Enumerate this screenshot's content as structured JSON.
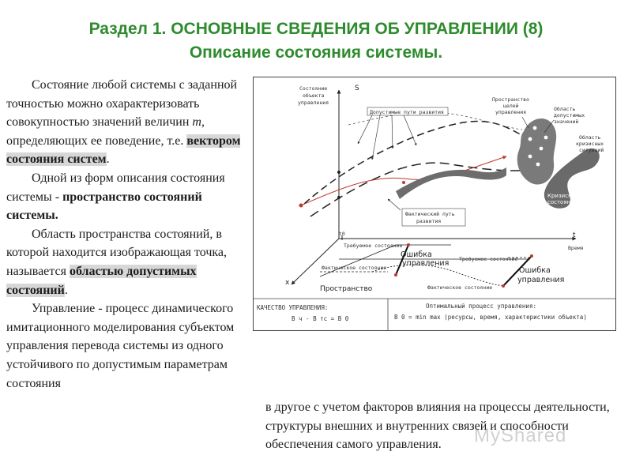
{
  "title": {
    "line1": "Раздел 1. ОСНОВНЫЕ СВЕДЕНИЯ ОБ УПРАВЛЕНИИ (8)",
    "line2": "Описание состояния системы."
  },
  "left_text": {
    "p1_a": "Состояние любой системы с заданной точностью можно охарактеризовать совокупностью значений величин ",
    "p1_m": "m",
    "p1_b": ", определяющих ее поведение, т.е. ",
    "p1_bold": "вектором состояния систем",
    "p1_end": ".",
    "p2_a": "Одной из форм описания состояния системы - ",
    "p2_bold": "пространство состояний системы.",
    "p3_a": "Область пространства состояний, в которой находится изображающая точка, называется ",
    "p3_bold": "областью допустимых состояний",
    "p3_end": ".",
    "p4": "Управление - процесс динамического имитационного моделирования субъектом управления перевода системы из одного устойчивого по допустимым параметрам состояния"
  },
  "bottom_text": "в другое с учетом факторов влияния на процессы деятельности, структуры внешних и внутренних связей и способности обеспечения самого управления.",
  "diagram": {
    "axis_s_label": "S",
    "state_label": [
      "Состояние",
      "объекта",
      "управления"
    ],
    "permissible_paths": "Допустимые пути развития",
    "goal_space": [
      "Пространство",
      "целей",
      "управления"
    ],
    "permissible_area": [
      "Область",
      "допустимых",
      "значений"
    ],
    "crisis_area": [
      "Область",
      "кризисных",
      "ситуаций"
    ],
    "crisis_states": [
      "Кризисные",
      "состояния"
    ],
    "actual_path": [
      "Фактический путь",
      "развития"
    ],
    "t0": "t0",
    "t_label": "t",
    "time_label": "Время",
    "required_state_1": "Требуемое состояние",
    "required_state_2": "Требуемое состояние",
    "actual_state_1": "Фактическое состояние",
    "actual_state_2": "Фактическое состояние",
    "error_1": [
      "Ошибка",
      "управления"
    ],
    "error_2": [
      "Ошибка",
      "управления"
    ],
    "space_label": "Пространство",
    "x_label": "x",
    "quality_title": "КАЧЕСТВО УПРАВЛЕНИЯ:",
    "quality_formula": "В ч  -  В тс =  В 0",
    "optimal_title": "Оптимальный процесс управления:",
    "optimal_formula": "В 0 = min max (ресурсы, время, характеристики объекта)"
  },
  "watermark": "MyShared"
}
